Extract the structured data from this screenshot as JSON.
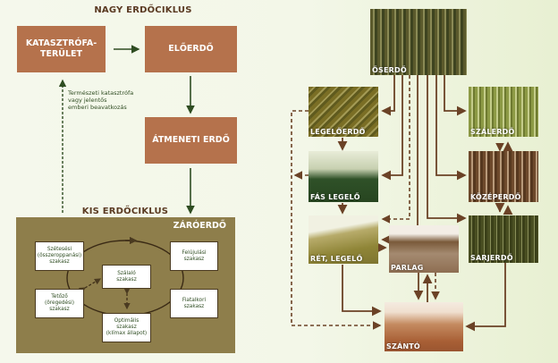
{
  "left_diagram": {
    "big_cycle_title": "NAGY ERDŐCIKLUS",
    "small_cycle_title": "KIS ERDŐCIKLUS",
    "boxes": {
      "katasztrofa": "KATASZTRÓFA-\nTERÜLET",
      "eloerdo": "ELŐERDŐ",
      "atmeneti": "ÁTMENETI ERDŐ"
    },
    "disturbance_note": "Természeti katasztrófa\nvagy jelentős\nemberi beavatkozás",
    "closed_forest": {
      "title": "ZÁRÓERDŐ",
      "stages": {
        "szetesesi": "Szétesési\n(összeroppanási)\nszakasz",
        "felujulasi": "Felújulási\nszakasz",
        "szalalo": "Szálaló\nszakasz",
        "tetozo": "Tetőző\n(öregedési)\nszakasz",
        "fiatalkori": "Fiatalkori\nszakasz",
        "optimalis": "Optimális\nszakasz\n(klímax állapot)"
      }
    }
  },
  "right_diagram": {
    "nodes": {
      "oserdo": "ŐSERDŐ",
      "legeloerdo": "LEGELŐERDŐ",
      "szalerdo": "SZÁLERDŐ",
      "fas_legelo": "FÁS LEGELŐ",
      "kozeperdo": "KÖZÉPERDŐ",
      "ret_legelo": "RÉT, LEGELŐ",
      "parlag": "PARLAG",
      "sarjerdo": "SARJERDŐ",
      "szanto": "SZÁNTÓ"
    }
  },
  "colors": {
    "box_brown": "#b5724c",
    "panel_olive": "#8e7e4b",
    "arrow_green": "#2f4d22",
    "arrow_brown": "#6b4226"
  }
}
